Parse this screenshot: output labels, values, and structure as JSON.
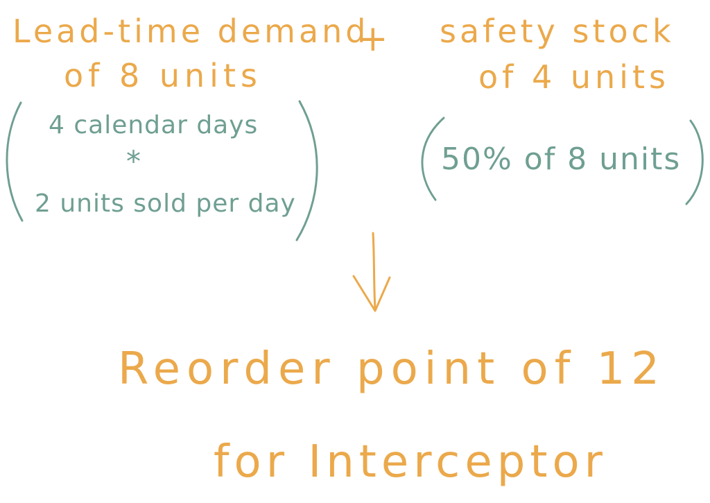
{
  "colors": {
    "orange": "#eba94b",
    "teal": "#6f9f92"
  },
  "lead_time": {
    "line1": "Lead-time demand",
    "line2": "of 8 units",
    "calc_line1": "4 calendar days",
    "operator": "*",
    "calc_line2": "2 units sold per day"
  },
  "plus": "+",
  "safety": {
    "line1": "safety stock",
    "line2": "of 4 units",
    "calc": "50% of 8 units"
  },
  "result": {
    "line1": "Reorder point of 12",
    "line2": "for Interceptor"
  }
}
